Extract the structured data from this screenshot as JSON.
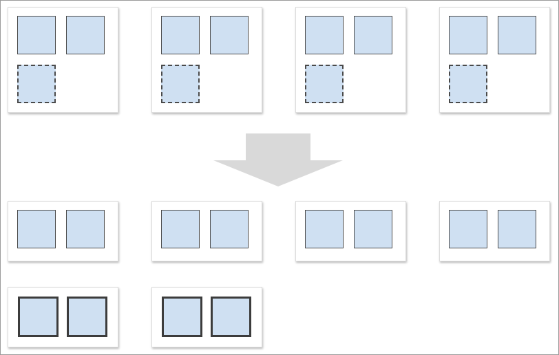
{
  "colors": {
    "square_fill": "#cfe0f2",
    "square_border": "#4a4a4a",
    "card_background": "#ffffff",
    "arrow_fill": "#d9d9d9"
  },
  "top_row": {
    "cards": [
      {
        "squares": [
          "solid",
          "solid",
          "dashed"
        ]
      },
      {
        "squares": [
          "solid",
          "solid",
          "dashed"
        ]
      },
      {
        "squares": [
          "solid",
          "solid",
          "dashed"
        ]
      },
      {
        "squares": [
          "solid",
          "solid",
          "dashed"
        ]
      }
    ]
  },
  "arrow": {
    "direction": "down"
  },
  "middle_row": {
    "cards": [
      {
        "squares": [
          "solid",
          "solid"
        ]
      },
      {
        "squares": [
          "solid",
          "solid"
        ]
      },
      {
        "squares": [
          "solid",
          "solid"
        ]
      },
      {
        "squares": [
          "solid",
          "solid"
        ]
      }
    ]
  },
  "bottom_row": {
    "cards": [
      {
        "squares": [
          "bold",
          "bold"
        ]
      },
      {
        "squares": [
          "bold",
          "bold"
        ]
      }
    ]
  }
}
